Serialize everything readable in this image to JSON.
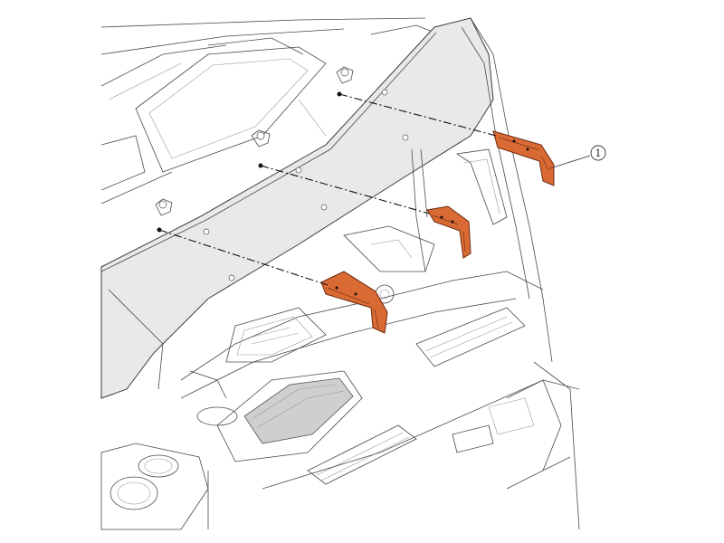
{
  "figure": {
    "callout": {
      "label": "1"
    },
    "colors": {
      "bracket": "#d96a33",
      "panel": "#e9e9e9",
      "line": "#4a4a4a"
    },
    "parts": [
      {
        "name": "sun-visor-panel"
      },
      {
        "name": "mounting-bracket"
      },
      {
        "name": "mounting-bracket"
      },
      {
        "name": "mounting-bracket"
      }
    ]
  }
}
